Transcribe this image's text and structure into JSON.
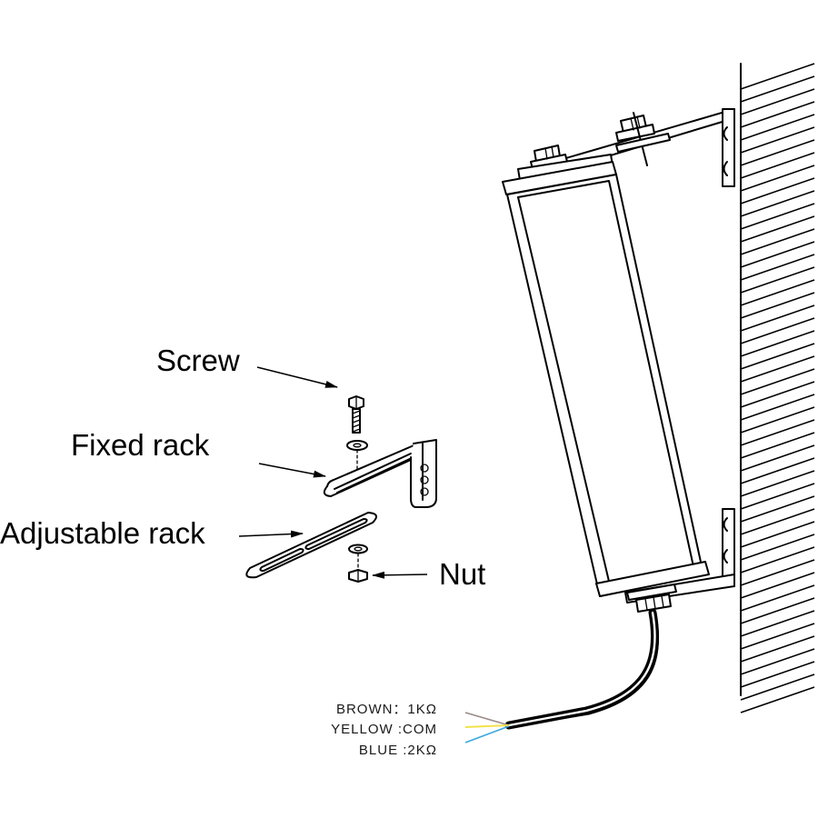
{
  "labels": {
    "screw": "Screw",
    "fixed_rack": "Fixed rack",
    "adjustable_rack": "Adjustable rack",
    "nut": "Nut"
  },
  "wiring": [
    {
      "text": "BROWN：1KΩ",
      "color": "#9a8a86"
    },
    {
      "text": "YELLOW :COM",
      "color": "#f2e24a"
    },
    {
      "text": "BLUE :2KΩ",
      "color": "#3aa8dc"
    }
  ],
  "colors": {
    "line": "#000000",
    "cable": "#2a2a2a"
  }
}
